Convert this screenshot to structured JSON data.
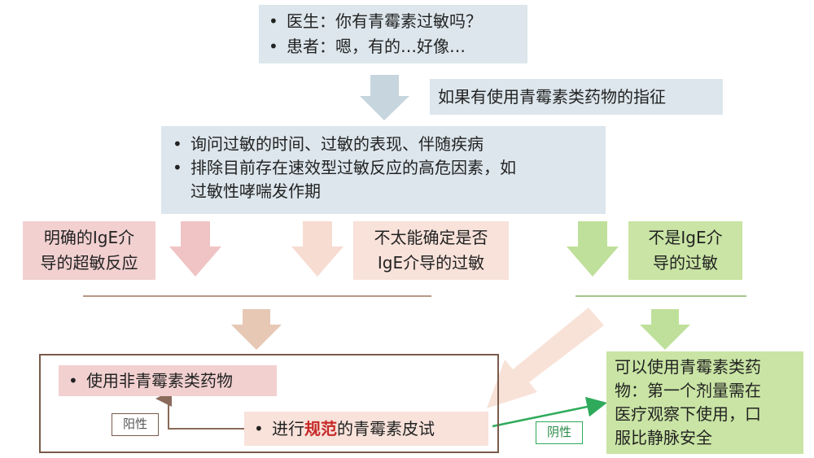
{
  "dialogue": {
    "doctor": "医生：你有青霉素过敏吗？",
    "patient": "患者：嗯，有的…好像…"
  },
  "indication": "如果有使用青霉素类药物的指征",
  "assessment": {
    "item1": "询问过敏的时间、过敏的表现、伴随疾病",
    "item2_line1": "排除目前存在速效型过敏反应的高危因素，如",
    "item2_line2": "过敏性哮喘发作期"
  },
  "branches": {
    "definite_line1": "明确的IgE介",
    "definite_line2": "导的超敏反应",
    "uncertain_line1": "不太能确定是否",
    "uncertain_line2": "IgE介导的过敏",
    "not_ige_line1": "不是IgE介",
    "not_ige_line2": "导的过敏"
  },
  "actions": {
    "non_penicillin": "使用非青霉素类药物",
    "skin_test_prefix": "进行",
    "skin_test_emphasis": "规范",
    "skin_test_suffix": "的青霉素皮试",
    "positive": "阳性",
    "negative": "阴性"
  },
  "safe_use": {
    "line1": "可以使用青霉素类药",
    "line2": "物：第一个剂量需在",
    "line3": "医疗观察下使用，口",
    "line4": "服比静脉安全"
  },
  "colors": {
    "blue_box": "#dce6ec",
    "pink_box": "#f2d0d0",
    "peach_box": "#f8e2da",
    "green_box": "#c9e4a4",
    "emphasis": "#c62828",
    "positive_border": "#7a5a4a",
    "negative_line": "#2eaa5a"
  }
}
